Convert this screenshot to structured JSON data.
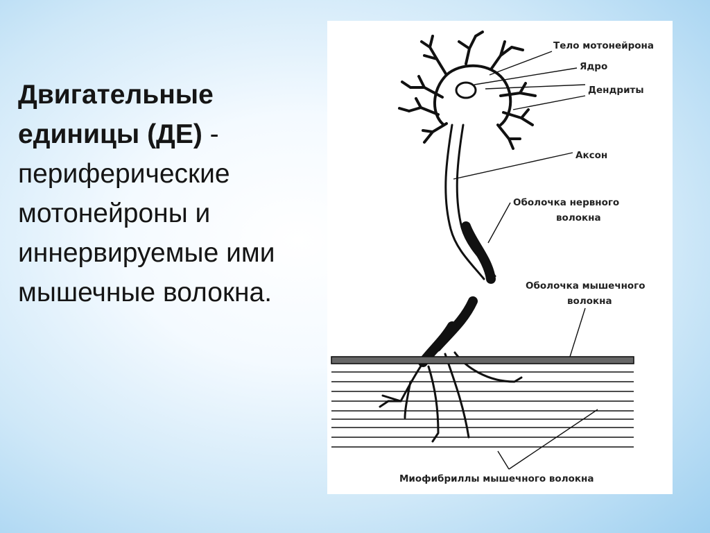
{
  "text": {
    "line1": "Двигательные",
    "line2_a": "единицы  (ДЕ)",
    "line2_b": " -",
    "line3": "периферические",
    "line4": "мотонейроны и",
    "line5": "иннервируемые ими",
    "line6": "мышечные волокна."
  },
  "diagram": {
    "labels": {
      "soma": "Тело мотонейрона",
      "nucleus": "Ядро",
      "dendrites": "Дендриты",
      "axon": "Аксон",
      "nerve_sheath_1": "Оболочка нервного",
      "nerve_sheath_2": "волокна",
      "muscle_sheath_1": "Оболочка мышечного",
      "muscle_sheath_2": "волокна",
      "myofibrils": "Миофибриллы мышечного волокна"
    }
  },
  "colors": {
    "ink": "#151515",
    "diagram_bg": "#ffffff"
  }
}
